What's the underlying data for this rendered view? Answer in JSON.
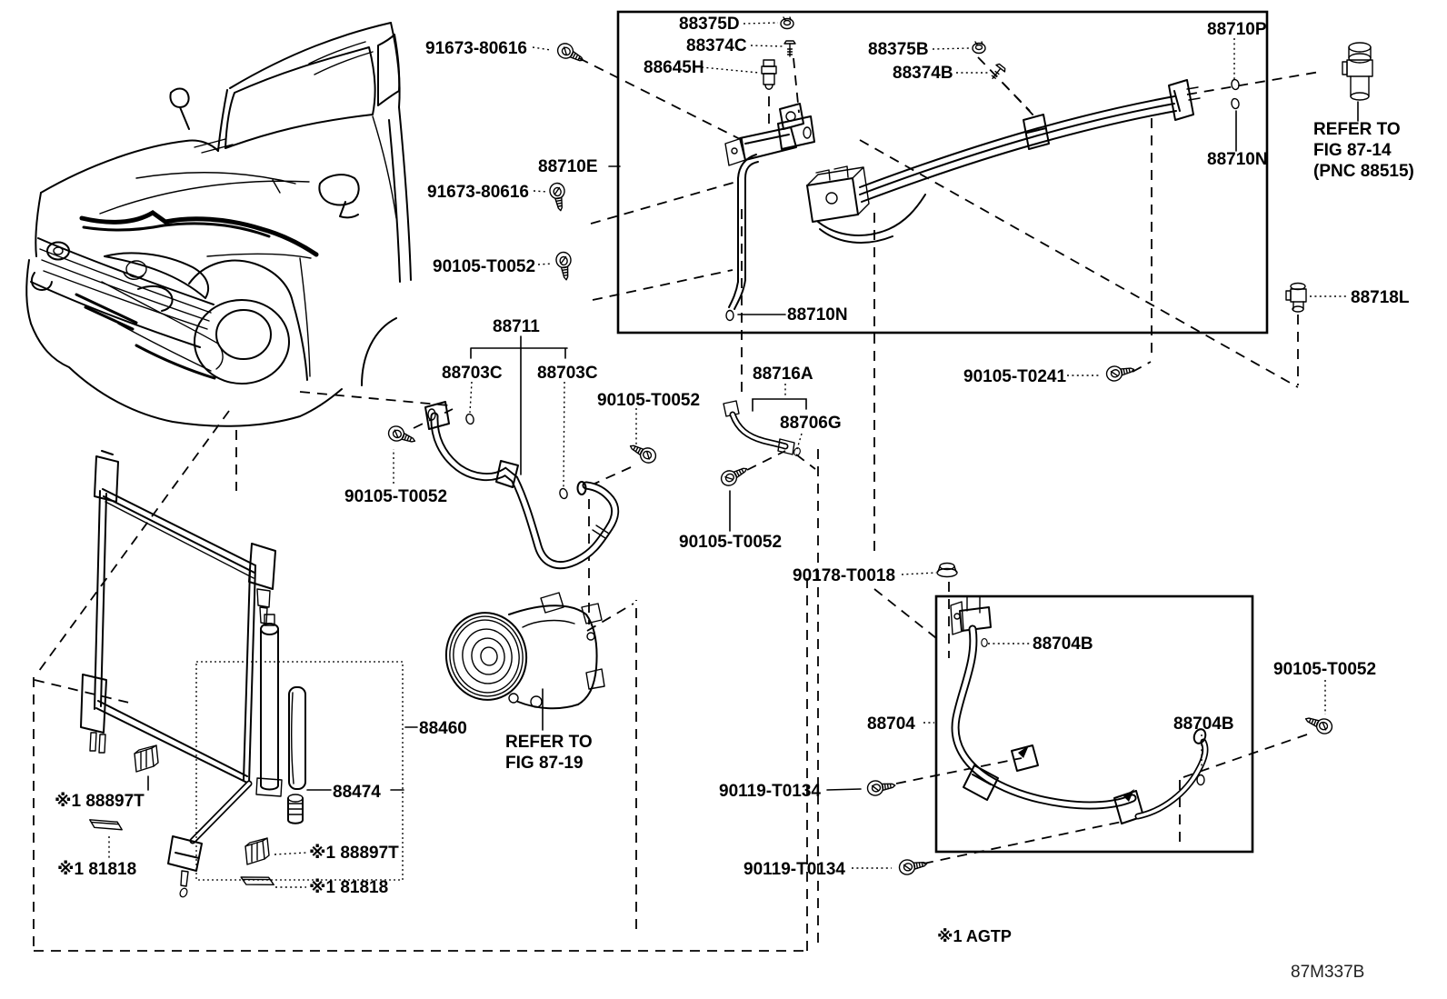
{
  "figure": {
    "type": "parts-catalog-diagram",
    "subject": "air-conditioning piping and condenser",
    "vehicle_sketch": "pickup truck front three-quarter line drawing",
    "drawing_code": "87M337B",
    "footnote": "※1 AGTP"
  },
  "parts": {
    "p91673_80616": "91673-80616",
    "p88375D": "88375D",
    "p88374C": "88374C",
    "p88645H": "88645H",
    "p88375B": "88375B",
    "p88374B": "88374B",
    "p88710P": "88710P",
    "p88710N": "88710N",
    "p88710E": "88710E",
    "p88718L": "88718L",
    "p88711": "88711",
    "p88703C": "88703C",
    "p88716A": "88716A",
    "p88706G": "88706G",
    "p88704": "88704",
    "p88704B": "88704B",
    "p88460": "88460",
    "p88474": "88474",
    "p88897T": "※1 88897T",
    "p81818": "※1 81818",
    "p90105_T0052": "90105-T0052",
    "p90105_T0241": "90105-T0241",
    "p90119_T0134": "90119-T0134",
    "p90178_T0018": "90178-T0018"
  },
  "notes": {
    "refer14_l1": "REFER TO",
    "refer14_l2": "FIG 87-14",
    "refer14_l3": "(PNC 88515)",
    "refer19_l1": "REFER TO",
    "refer19_l2": "FIG 87-19",
    "footnote": "※1 AGTP",
    "drawing_code": "87M337B"
  }
}
